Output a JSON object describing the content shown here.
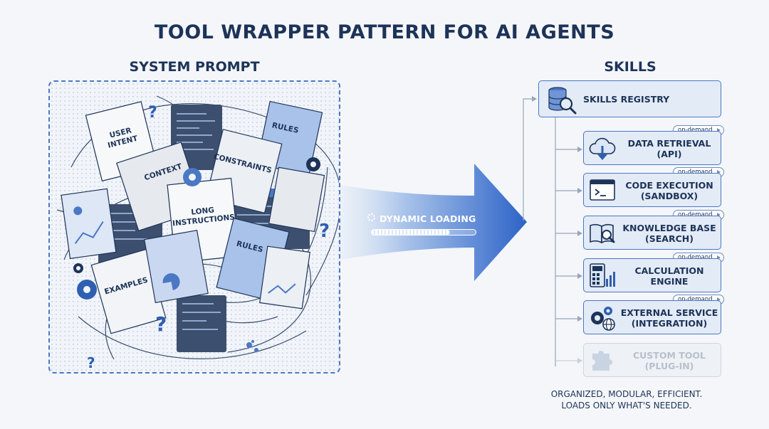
{
  "title": "TOOL WRAPPER PATTERN FOR AI AGENTS",
  "system_prompt": {
    "title": "SYSTEM PROMPT",
    "documents": [
      "USER INTENT",
      "CONTEXT",
      "CONSTRAINTS",
      "RULES",
      "LONG INSTRUCTIONS",
      "RULES",
      "EXAMPLES"
    ]
  },
  "arrow": {
    "label": "DYNAMIC LOADING",
    "progress": 0.75
  },
  "skills": {
    "title": "SKILLS",
    "registry": {
      "label": "SKILLS REGISTRY",
      "icon": "database-search-icon"
    },
    "items": [
      {
        "line1": "DATA RETRIEVAL",
        "line2": "(API)",
        "badge": "on-demand",
        "icon": "cloud-download-icon",
        "active": true
      },
      {
        "line1": "CODE EXECUTION",
        "line2": "(SANDBOX)",
        "badge": "on-demand",
        "icon": "terminal-icon",
        "active": true
      },
      {
        "line1": "KNOWLEDGE BASE",
        "line2": "(SEARCH)",
        "badge": "on-demand",
        "icon": "book-search-icon",
        "active": true
      },
      {
        "line1": "CALCULATION",
        "line2": "ENGINE",
        "badge": "on-demand",
        "icon": "calculator-chart-icon",
        "active": true
      },
      {
        "line1": "EXTERNAL SERVICE",
        "line2": "(INTEGRATION)",
        "badge": "on-demand",
        "icon": "gears-globe-icon",
        "active": true
      },
      {
        "line1": "CUSTOM TOOL",
        "line2": "(PLUG-IN)",
        "icon": "puzzle-icon",
        "active": false
      }
    ]
  },
  "footer": {
    "line1": "ORGANIZED, MODULAR, EFFICIENT.",
    "line2": "LOADS ONLY WHAT'S NEEDED."
  },
  "colors": {
    "primary": "#1d3358",
    "accent": "#3a6fc9",
    "box_fill": "#e3ebf7",
    "border": "#4a78c4"
  }
}
